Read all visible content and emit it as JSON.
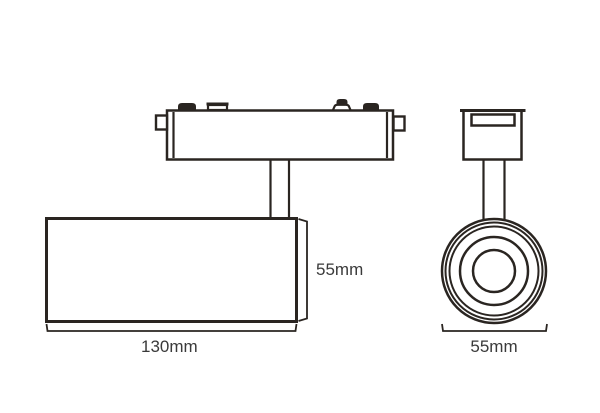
{
  "canvas": {
    "background_color": "#ffffff",
    "line_color": "#2a2521",
    "label_color": "#3a3a3a"
  },
  "diagram": {
    "type": "technical-dimension-drawing",
    "subject": "LED track light fixture — two orthographic views with dimensions",
    "side_view": {
      "name": "side view (track adapter, stem, cylindrical lamp body)",
      "width_label": "130mm",
      "height_label": "55mm"
    },
    "front_view": {
      "name": "front view (track adapter end, stem, round lamp face)",
      "width_label": "55mm"
    }
  }
}
